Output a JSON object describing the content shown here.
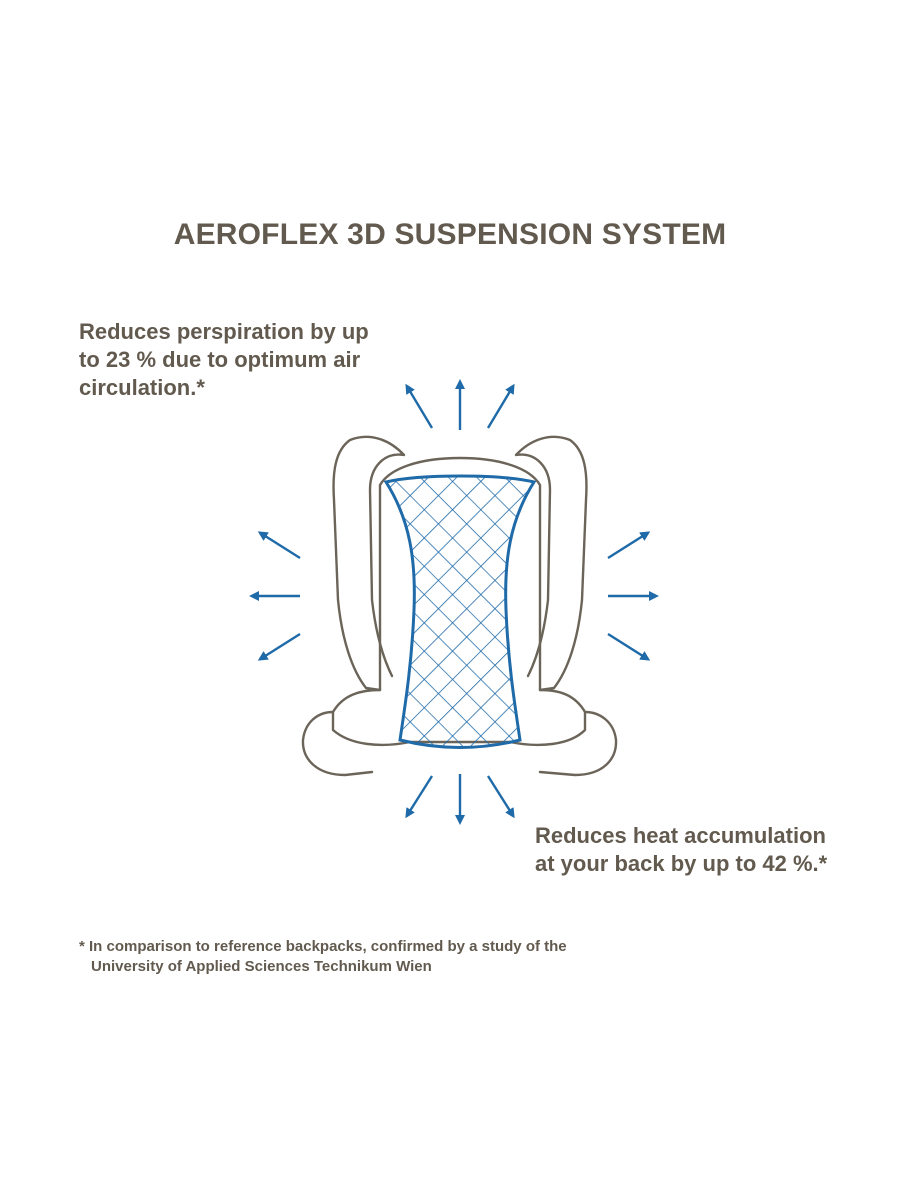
{
  "title": "AEROFLEX 3D SUSPENSION SYSTEM",
  "claims": {
    "left": "Reduces perspiration by up to 23 % due to optimum air circulation.*",
    "right": "Reduces heat accumulation at your back by up to 42 %.*"
  },
  "footnote": {
    "line1": "* In comparison to reference backpacks, confirmed by a study of the",
    "line2": "University of Applied Sciences Technikum Wien"
  },
  "colors": {
    "text": "#625a4e",
    "outline": "#6b6459",
    "airflow_blue": "#1f6aa8"
  },
  "icons": {
    "backpack": "backpack-suspension-icon",
    "mesh": "mesh-panel-icon",
    "arrows": "airflow-arrow-icon"
  }
}
